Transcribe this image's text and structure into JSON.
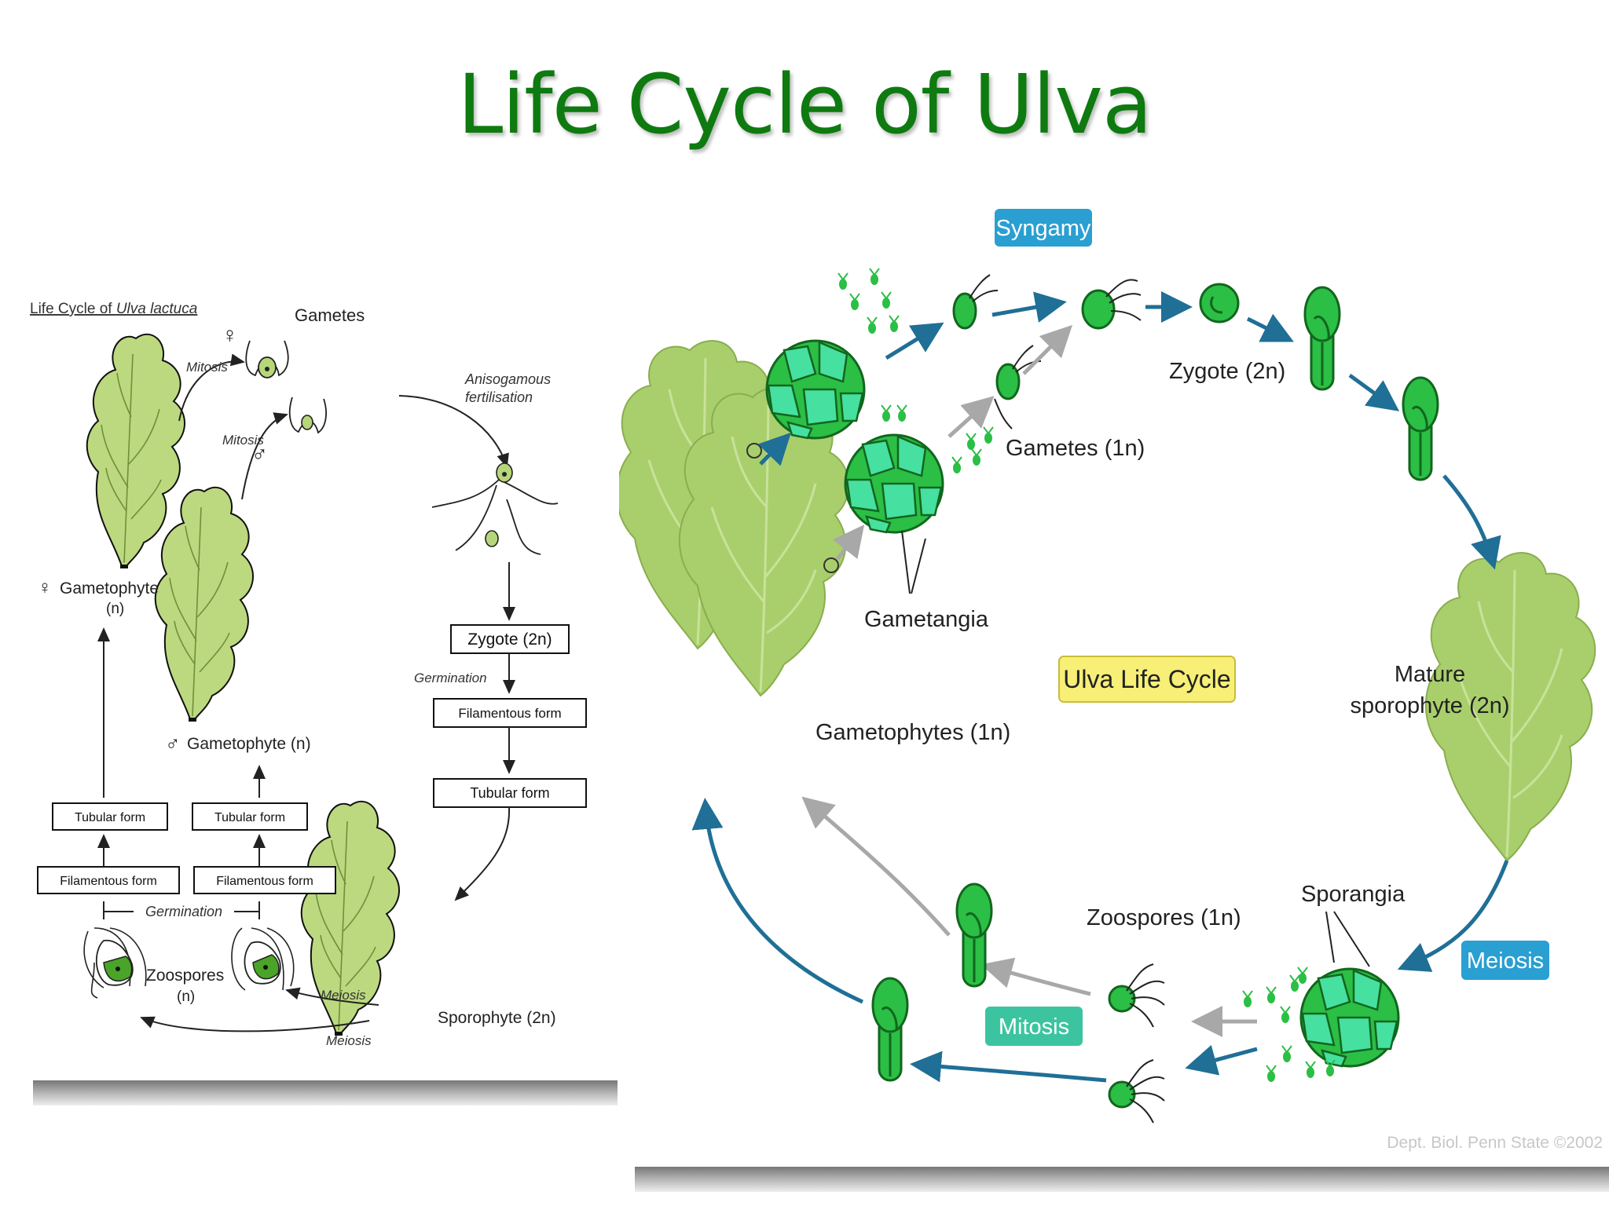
{
  "slide": {
    "title": "Life Cycle of Ulva"
  },
  "left_diagram": {
    "heading_prefix": "Life Cycle of ",
    "heading_species": "Ulva lactuca",
    "gametes": "Gametes",
    "mitosis_top": "Mitosis",
    "mitosis_mid": "Mitosis",
    "anisogamous_1": "Anisogamous",
    "anisogamous_2": "fertilisation",
    "female_symbol": "♀",
    "male_symbol": "♂",
    "female_gametophyte": "Gametophyte",
    "female_gametophyte_ploidy": "(n)",
    "male_gametophyte": "Gametophyte (n)",
    "zygote": "Zygote (2n)",
    "germination_right": "Germination",
    "filamentous_right": "Filamentous form",
    "tubular_right": "Tubular form",
    "tubular_left_1": "Tubular form",
    "tubular_left_2": "Tubular form",
    "filamentous_left_1": "Filamentous form",
    "filamentous_left_2": "Filamentous form",
    "germination_bottom": "Germination",
    "zoospores": "Zoospores",
    "zoospores_ploidy": "(n)",
    "meiosis_1": "Meiosis",
    "meiosis_2": "Meiosis",
    "sporophyte": "Sporophyte (2n)"
  },
  "right_diagram": {
    "syngamy": "Syngamy",
    "zygote": "Zygote (2n)",
    "gametes": "Gametes (1n)",
    "gametangia": "Gametangia",
    "center_label": "Ulva Life Cycle",
    "mature_1": "Mature",
    "mature_2": "sporophyte (2n)",
    "gametophytes": "Gametophytes (1n)",
    "sporangia": "Sporangia",
    "zoospores": "Zoospores (1n)",
    "meiosis": "Meiosis",
    "mitosis": "Mitosis",
    "credit": "Dept. Biol. Penn State ©2002"
  },
  "colors": {
    "title_green": "#0e7a10",
    "leaf_green": "#b7d67a",
    "cell_green": "#22b43c",
    "arrow_blue": "#1f6f96",
    "arrow_gray": "#a8a8a8",
    "label_blue": "#2a9fd1",
    "label_teal": "#3cc4a0",
    "label_yellow": "#f7ef76"
  }
}
